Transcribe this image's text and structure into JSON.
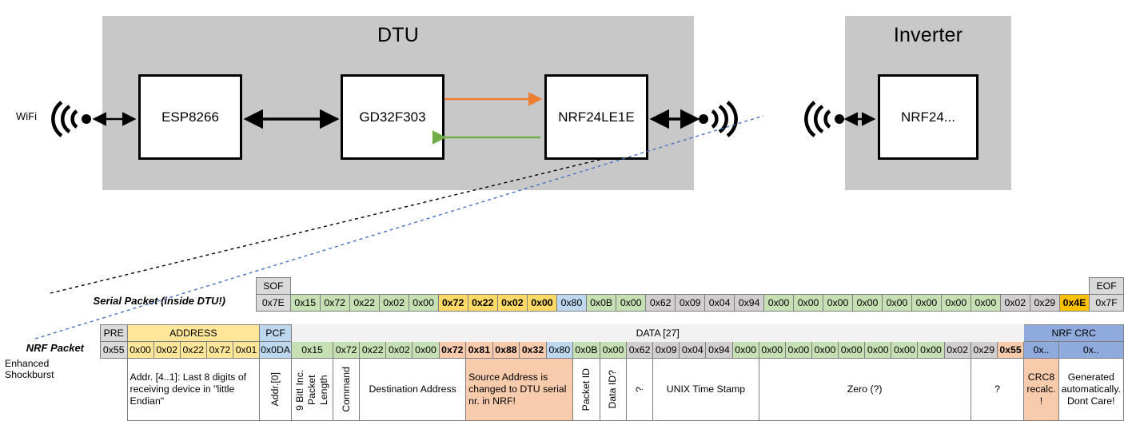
{
  "diagram": {
    "dtu": {
      "title": "DTU",
      "chips": [
        {
          "label": "ESP8266"
        },
        {
          "label": "GD32F303"
        },
        {
          "label": "NRF24LE1E"
        }
      ],
      "wifi_label": "WiFi",
      "arrow_colors": {
        "uplink": "#ed7d31",
        "downlink": "#70ad47",
        "bus": "#000000"
      }
    },
    "inverter": {
      "title": "Inverter",
      "chips": [
        {
          "label": "NRF24..."
        }
      ]
    },
    "connector_colors": {
      "serial": "#000000",
      "nrf": "#4472c4"
    }
  },
  "serial_packet": {
    "row_label": "Serial Packet (inside DTU!)",
    "sof_header": "SOF",
    "eof_header": "EOF",
    "sof_value": "0x7E",
    "eof_value": "0x7F",
    "bytes": [
      {
        "v": "0x15",
        "c": "c-green"
      },
      {
        "v": "0x72",
        "c": "c-green"
      },
      {
        "v": "0x22",
        "c": "c-green"
      },
      {
        "v": "0x02",
        "c": "c-green"
      },
      {
        "v": "0x00",
        "c": "c-green"
      },
      {
        "v": "0x72",
        "c": "c-gold"
      },
      {
        "v": "0x22",
        "c": "c-gold"
      },
      {
        "v": "0x02",
        "c": "c-gold"
      },
      {
        "v": "0x00",
        "c": "c-gold"
      },
      {
        "v": "0x80",
        "c": "c-blue"
      },
      {
        "v": "0x0B",
        "c": "c-green"
      },
      {
        "v": "0x00",
        "c": "c-green"
      },
      {
        "v": "0x62",
        "c": "c-gray"
      },
      {
        "v": "0x09",
        "c": "c-gray"
      },
      {
        "v": "0x04",
        "c": "c-gray"
      },
      {
        "v": "0x94",
        "c": "c-gray"
      },
      {
        "v": "0x00",
        "c": "c-green"
      },
      {
        "v": "0x00",
        "c": "c-green"
      },
      {
        "v": "0x00",
        "c": "c-green"
      },
      {
        "v": "0x00",
        "c": "c-green"
      },
      {
        "v": "0x00",
        "c": "c-green"
      },
      {
        "v": "0x00",
        "c": "c-green"
      },
      {
        "v": "0x00",
        "c": "c-green"
      },
      {
        "v": "0x00",
        "c": "c-green"
      },
      {
        "v": "0x02",
        "c": "c-gray"
      },
      {
        "v": "0x29",
        "c": "c-gray"
      },
      {
        "v": "0x4E",
        "c": "c-orange"
      }
    ]
  },
  "nrf_packet": {
    "row_label": "NRF Packet",
    "sub_label": "Enhanced Shockburst",
    "headers": {
      "pre": "PRE",
      "address": "ADDRESS",
      "pcf": "PCF",
      "data": "DATA [27]",
      "crc": "NRF CRC"
    },
    "pre_value": "0x55",
    "address_values": [
      "0x00",
      "0x02",
      "0x22",
      "0x72",
      "0x01"
    ],
    "pcf_value": "0x0DA",
    "crc_values": [
      "0x..",
      "0x.."
    ],
    "bytes": [
      {
        "v": "0x15",
        "c": "c-green"
      },
      {
        "v": "0x72",
        "c": "c-green"
      },
      {
        "v": "0x22",
        "c": "c-green"
      },
      {
        "v": "0x02",
        "c": "c-green"
      },
      {
        "v": "0x00",
        "c": "c-green"
      },
      {
        "v": "0x72",
        "c": "c-salmon"
      },
      {
        "v": "0x81",
        "c": "c-salmon"
      },
      {
        "v": "0x88",
        "c": "c-salmon"
      },
      {
        "v": "0x32",
        "c": "c-salmon"
      },
      {
        "v": "0x80",
        "c": "c-blue"
      },
      {
        "v": "0x0B",
        "c": "c-green"
      },
      {
        "v": "0x00",
        "c": "c-green"
      },
      {
        "v": "0x62",
        "c": "c-gray"
      },
      {
        "v": "0x09",
        "c": "c-gray"
      },
      {
        "v": "0x04",
        "c": "c-gray"
      },
      {
        "v": "0x94",
        "c": "c-gray"
      },
      {
        "v": "0x00",
        "c": "c-green"
      },
      {
        "v": "0x00",
        "c": "c-green"
      },
      {
        "v": "0x00",
        "c": "c-green"
      },
      {
        "v": "0x00",
        "c": "c-green"
      },
      {
        "v": "0x00",
        "c": "c-green"
      },
      {
        "v": "0x00",
        "c": "c-green"
      },
      {
        "v": "0x00",
        "c": "c-green"
      },
      {
        "v": "0x00",
        "c": "c-green"
      },
      {
        "v": "0x02",
        "c": "c-gray"
      },
      {
        "v": "0x29",
        "c": "c-gray"
      },
      {
        "v": "0x55",
        "c": "c-salmon"
      }
    ]
  },
  "annotations": [
    {
      "text": "Addr. [4..1]:\nLast 8 digits of receiving device in \"little Endian\"",
      "span": 5,
      "orient": "horizontal-left",
      "c": "c-white"
    },
    {
      "text": "Addr.[0]",
      "span": 1,
      "orient": "vertical",
      "c": "c-white"
    },
    {
      "text": "9 Bit! Inc. Packet Length",
      "span": 1,
      "orient": "vertical-wrap",
      "c": "c-white"
    },
    {
      "text": "Command",
      "span": 1,
      "orient": "vertical",
      "c": "c-white"
    },
    {
      "text": "Destination Address",
      "span": 4,
      "orient": "horizontal",
      "c": "c-white"
    },
    {
      "text": "Source Address is changed to DTU serial nr. in NRF!",
      "span": 4,
      "orient": "horizontal-left",
      "c": "c-salmon-n"
    },
    {
      "text": "Packet ID",
      "span": 1,
      "orient": "vertical",
      "c": "c-white"
    },
    {
      "text": "Data ID?",
      "span": 1,
      "orient": "vertical",
      "c": "c-white"
    },
    {
      "text": "?",
      "span": 1,
      "orient": "vertical",
      "c": "c-white"
    },
    {
      "text": "UNIX Time Stamp",
      "span": 4,
      "orient": "horizontal",
      "c": "c-white"
    },
    {
      "text": "Zero (?)",
      "span": 8,
      "orient": "horizontal",
      "c": "c-white"
    },
    {
      "text": "?",
      "span": 2,
      "orient": "horizontal",
      "c": "c-white"
    },
    {
      "text": "CRC8 recalc. !",
      "span": 1,
      "orient": "horizontal",
      "c": "c-salmon-n"
    },
    {
      "text": "Generated automatically. Dont Care!",
      "span": 2,
      "orient": "horizontal",
      "c": "c-white"
    }
  ]
}
